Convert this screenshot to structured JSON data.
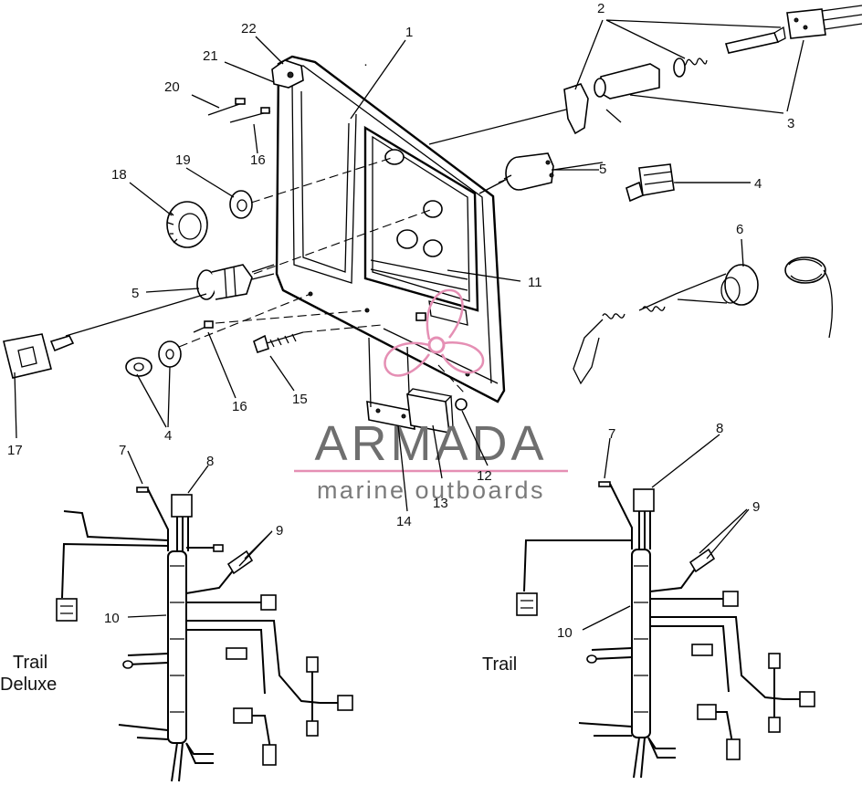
{
  "diagram": {
    "callouts": [
      {
        "id": "c1",
        "text": "1"
      },
      {
        "id": "c2",
        "text": "2"
      },
      {
        "id": "c3",
        "text": "3"
      },
      {
        "id": "c4a",
        "text": "4"
      },
      {
        "id": "c4b",
        "text": "4"
      },
      {
        "id": "c5a",
        "text": "5"
      },
      {
        "id": "c5b",
        "text": "5"
      },
      {
        "id": "c6",
        "text": "6"
      },
      {
        "id": "c7a",
        "text": "7"
      },
      {
        "id": "c7b",
        "text": "7"
      },
      {
        "id": "c8a",
        "text": "8"
      },
      {
        "id": "c8b",
        "text": "8"
      },
      {
        "id": "c9a",
        "text": "9"
      },
      {
        "id": "c9b",
        "text": "9"
      },
      {
        "id": "c10a",
        "text": "10"
      },
      {
        "id": "c10b",
        "text": "10"
      },
      {
        "id": "c11",
        "text": "11"
      },
      {
        "id": "c12",
        "text": "12"
      },
      {
        "id": "c13",
        "text": "13"
      },
      {
        "id": "c14",
        "text": "14"
      },
      {
        "id": "c15",
        "text": "15"
      },
      {
        "id": "c16a",
        "text": "16"
      },
      {
        "id": "c16b",
        "text": "16"
      },
      {
        "id": "c17",
        "text": "17"
      },
      {
        "id": "c18",
        "text": "18"
      },
      {
        "id": "c19",
        "text": "19"
      },
      {
        "id": "c20",
        "text": "20"
      },
      {
        "id": "c21",
        "text": "21"
      },
      {
        "id": "c22",
        "text": "22"
      }
    ],
    "harness_labels": {
      "left_line1": "Trail",
      "left_line2": "Deluxe",
      "right": "Trail"
    }
  },
  "watermark": {
    "brand": "ARMADA",
    "tagline": "marine outboards",
    "accent_color": "#e58fb4",
    "text_color": "#6f6f6f"
  }
}
